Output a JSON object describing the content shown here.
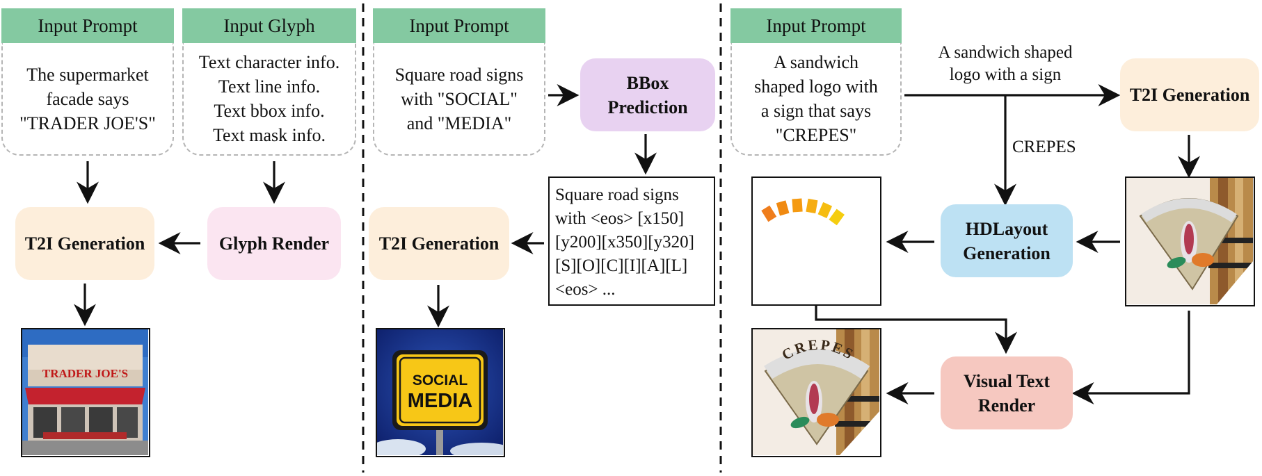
{
  "panel1": {
    "prompt_header": "Input Prompt",
    "prompt_lines": [
      "The supermarket",
      "facade says",
      "\"TRADER JOE'S\""
    ],
    "glyph_header": "Input Glyph",
    "glyph_lines": [
      "Text character info.",
      "Text line info.",
      "Text bbox info.",
      "Text mask info."
    ],
    "t2i_label": "T2I Generation",
    "glyph_render_label": "Glyph Render",
    "image_sign_text": "TRADER JOE'S"
  },
  "panel2": {
    "prompt_header": "Input Prompt",
    "prompt_lines": [
      "Square road signs",
      "with \"SOCIAL\"",
      "and \"MEDIA\""
    ],
    "bbox_lines": [
      "BBox",
      "Prediction"
    ],
    "tokens_lines": [
      "Square road signs",
      "with <eos> [x150]",
      "[y200][x350][y320]",
      "[S][O][C][I][A][L]",
      "<eos> ..."
    ],
    "t2i_label": "T2I Generation",
    "image_sign_line1": "SOCIAL",
    "image_sign_line2": "MEDIA"
  },
  "panel3": {
    "prompt_header": "Input Prompt",
    "prompt_lines": [
      "A sandwich",
      "shaped logo with",
      "a sign that says",
      "\"CREPES\""
    ],
    "edge_caption_lines": [
      "A sandwich shaped",
      "logo with a sign"
    ],
    "crepes_caption": "CREPES",
    "t2i_label": "T2I Generation",
    "hdlayout_lines": [
      "HDLayout",
      "Generation"
    ],
    "visual_render_lines": [
      "Visual Text",
      "Render"
    ],
    "image_sign_text": "CREPES"
  },
  "colors": {
    "header_green": "#84c9a1",
    "t2i_yellow": "#fdeedb",
    "glyph_pink": "#fbe5f1",
    "bbox_purple": "#e8d2f1",
    "hdlayout_blue": "#bde1f3",
    "render_salmon": "#f6c8c0"
  }
}
